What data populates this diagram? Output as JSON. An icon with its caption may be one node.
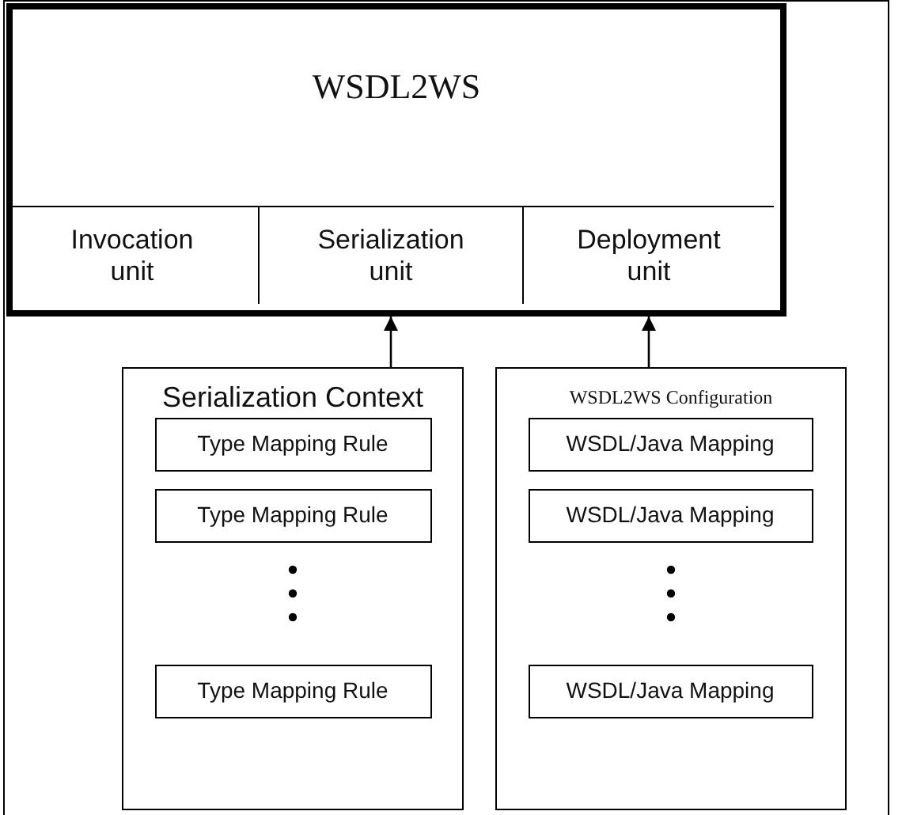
{
  "diagram": {
    "nodes": [
      {
        "text": [
          "WSDL2WS"
        ]
      },
      {
        "text": [
          "Invocation unit"
        ],
        "in": 0
      },
      {
        "text": [
          "Serialization unit"
        ],
        "in": 0
      },
      {
        "text": [
          "Deployment unit"
        ],
        "in": 0
      },
      {
        "text": [
          "Serialization Context"
        ]
      },
      {
        "text": [
          "Type Mapping Rule"
        ],
        "in": 4
      },
      {
        "text": [
          "Type Mapping Rule"
        ],
        "in": 4
      },
      {
        "text": [
          "Type Mapping Rule"
        ],
        "in": 4
      },
      {
        "text": [
          "WSDL2WS Configuration"
        ]
      },
      {
        "text": [
          "WSDL/Java Mapping"
        ],
        "in": 8
      },
      {
        "text": [
          "WSDL/Java Mapping"
        ],
        "in": 8
      },
      {
        "text": [
          "WSDL/Java Mapping"
        ],
        "in": 8
      }
    ],
    "edges": [
      {
        "from": 4,
        "to": 2,
        "arrow": "to"
      },
      {
        "from": 8,
        "to": 3,
        "arrow": "to"
      }
    ]
  }
}
